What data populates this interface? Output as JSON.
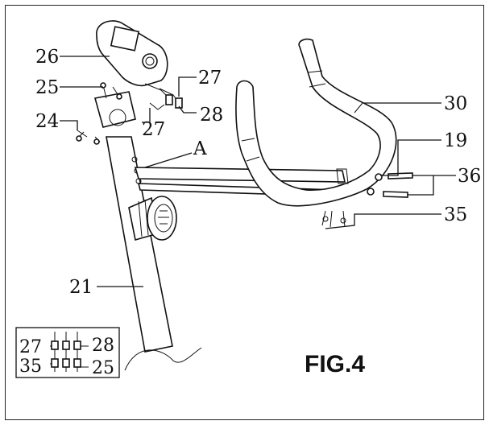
{
  "figure": {
    "title": "FIG.4"
  },
  "callouts": {
    "c26": "26",
    "c25": "25",
    "c24": "24",
    "c27a": "27",
    "c28": "28",
    "c27b": "27",
    "cA": "A",
    "c30": "30",
    "c19": "19",
    "c36": "36",
    "c35": "35",
    "c21": "21"
  },
  "legend_box": {
    "l27": "27",
    "l28": "28",
    "l35": "35",
    "l25": "25"
  }
}
